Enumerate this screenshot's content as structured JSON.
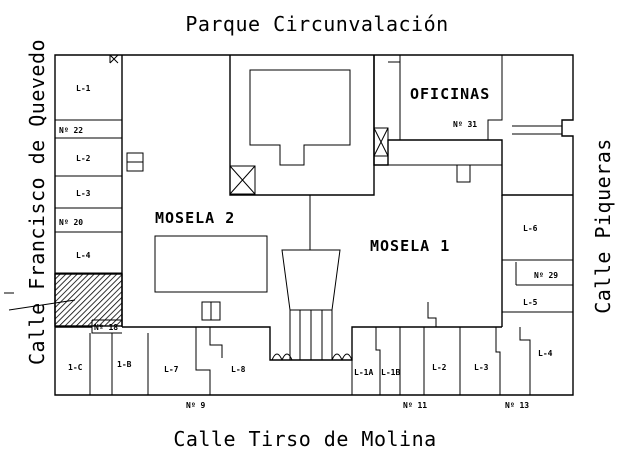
{
  "streets": {
    "top": "Parque Circunvalación",
    "bottom": "Calle Tirso de Molina",
    "left": "Calle Francisco de Quevedo",
    "right": "Calle Piqueras"
  },
  "areas": {
    "mosela2": "MOSELA 2",
    "mosela1": "MOSELA 1",
    "oficinas": "OFICINAS"
  },
  "numbers": {
    "n22": "Nº 22",
    "n20": "Nº 20",
    "n18": "Nº 18",
    "n31": "Nº 31",
    "n29": "Nº 29",
    "n9": "Nº 9",
    "n11": "Nº 11",
    "n13": "Nº 13"
  },
  "locals": {
    "l1": "L-1",
    "l2": "L-2",
    "l3": "L-3",
    "l4": "L-4",
    "l6": "L-6",
    "l5": "L-5",
    "l1c": "1-C",
    "l1b": "1-B",
    "l7": "L-7",
    "l8": "L-8",
    "l1a2": "L-1A",
    "l1b2": "L-1B",
    "l2b": "L-2",
    "l3b": "L-3",
    "l4b": "L-4"
  },
  "highlight_color": "#000000"
}
